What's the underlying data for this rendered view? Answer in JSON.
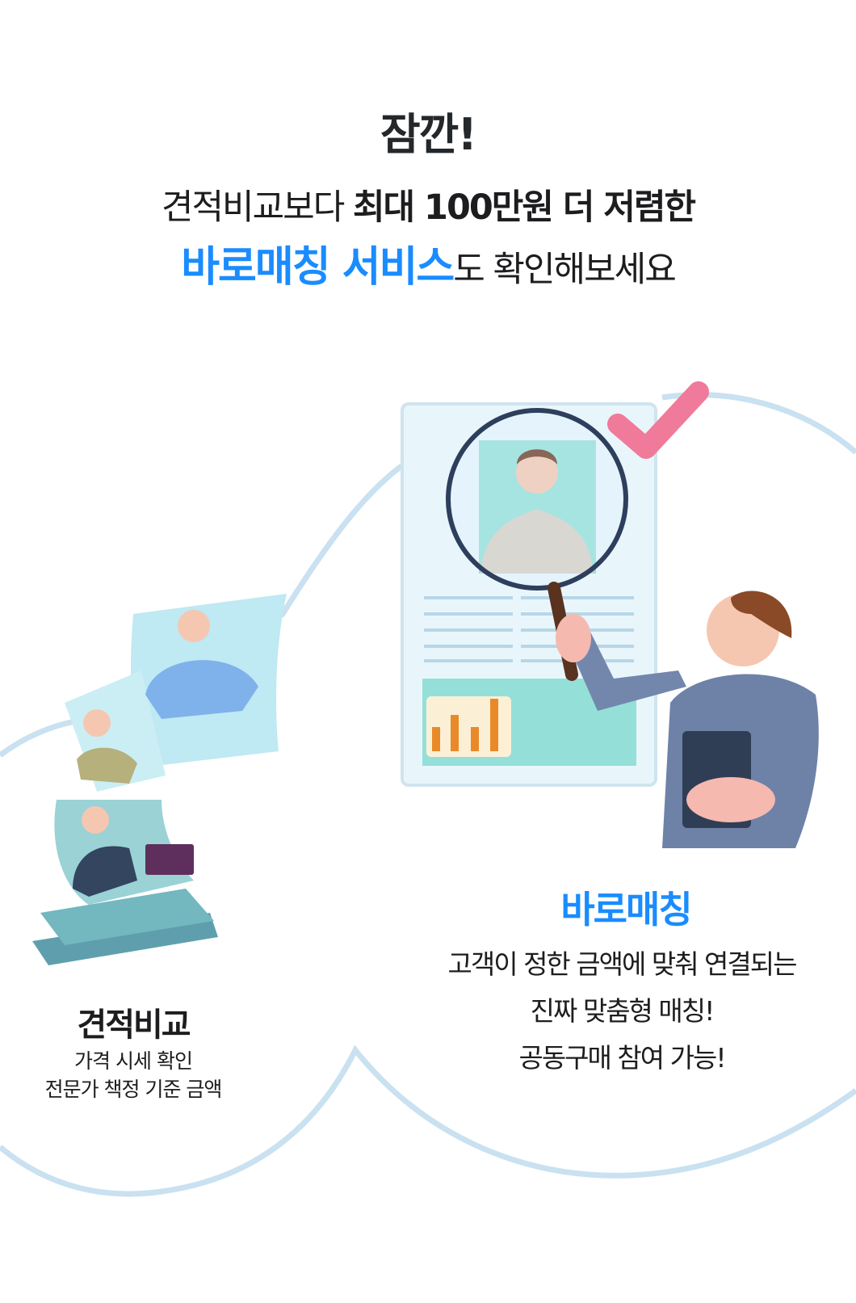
{
  "header": {
    "title": "잠깐!",
    "line2_regular": "견적비교보다 ",
    "line2_bold": "최대 100만원 더 저렴한",
    "line3_highlight": "바로매칭 서비스",
    "line3_rest": "도 확인해보세요"
  },
  "left_card": {
    "title": "견적비교",
    "lines": [
      "가격 시세 확인",
      "전문가 책정 기준 금액"
    ]
  },
  "right_card": {
    "title": "바로매칭",
    "lines": [
      "고객이 정한 금액에 맞춰 연결되는",
      "진짜 맞춤형 매칭!",
      "공동구매 참여 가능!"
    ]
  },
  "colors": {
    "accent": "#1a8cff",
    "cloud": "#c9e1f0",
    "check": "#f07a9a"
  }
}
